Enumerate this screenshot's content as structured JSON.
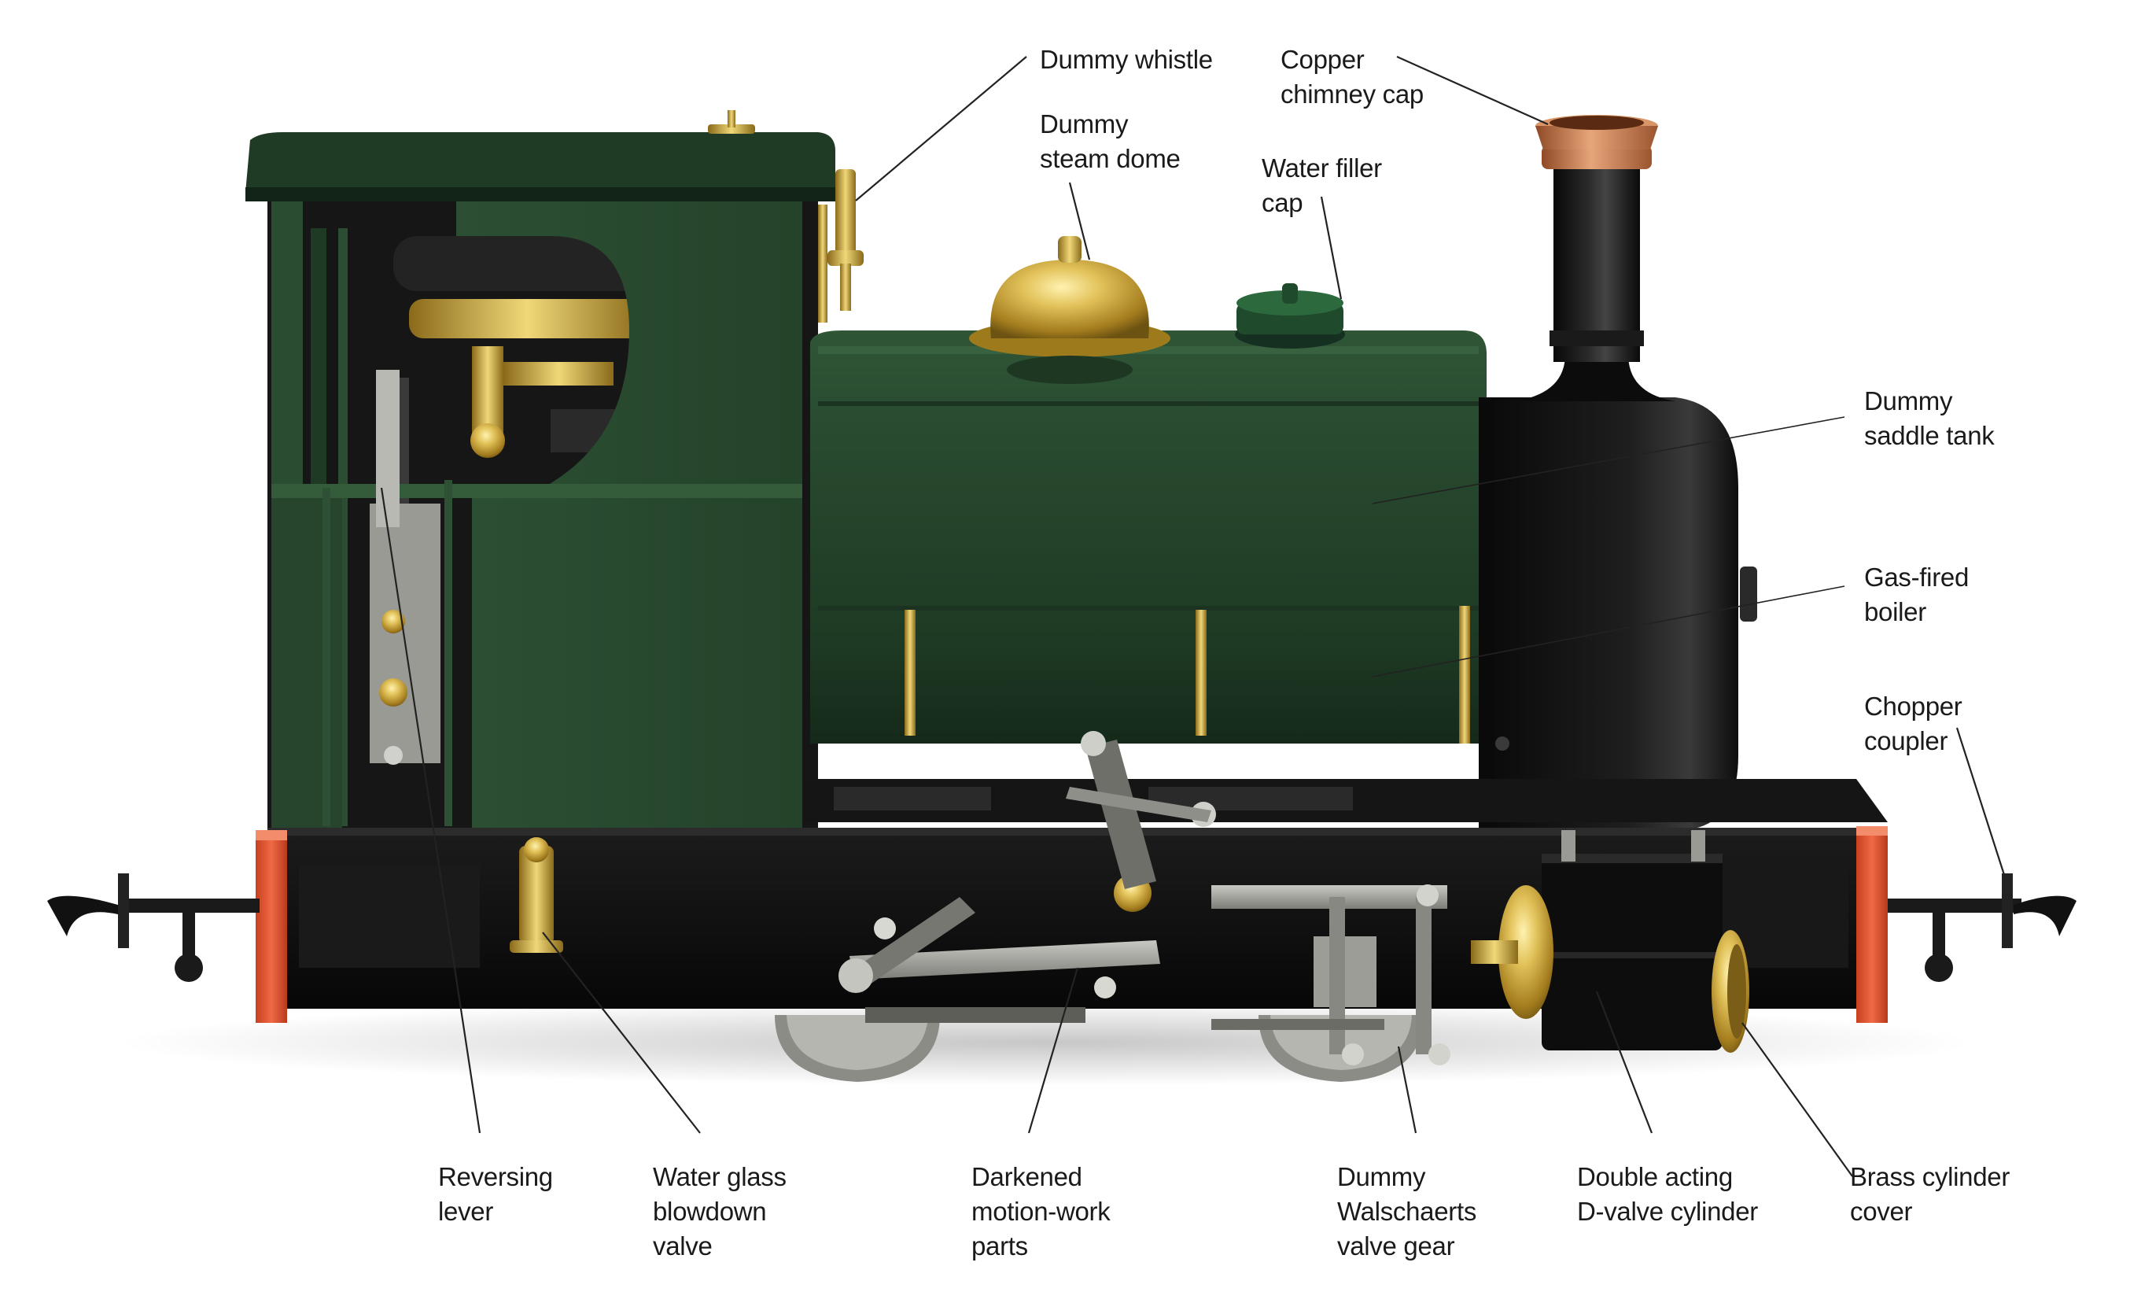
{
  "colors": {
    "background": "#ffffff",
    "body_green": "#26442c",
    "smokebox_black": "#111111",
    "buffer_beam_orange": "#e0502e",
    "brass": "#c9a33a",
    "copper": "#c07a4a",
    "steel": "#9a9a96",
    "leader_line": "#222222"
  },
  "callouts": {
    "dummy_whistle": {
      "lines": [
        "Dummy whistle"
      ]
    },
    "dummy_steam_dome": {
      "lines": [
        "Dummy",
        "steam dome"
      ]
    },
    "copper_chimney_cap": {
      "lines": [
        "Copper",
        "chimney cap"
      ]
    },
    "water_filler_cap": {
      "lines": [
        "Water filler",
        "cap"
      ]
    },
    "dummy_saddle_tank": {
      "lines": [
        "Dummy",
        "saddle tank"
      ]
    },
    "gas_fired_boiler": {
      "lines": [
        "Gas-fired",
        "boiler"
      ]
    },
    "chopper_coupler": {
      "lines": [
        "Chopper",
        "coupler"
      ]
    },
    "reversing_lever": {
      "lines": [
        "Reversing",
        "lever"
      ]
    },
    "water_glass_blowdown_valve": {
      "lines": [
        "Water glass",
        "blowdown",
        "valve"
      ]
    },
    "darkened_motion_work_parts": {
      "lines": [
        "Darkened",
        "motion-work",
        "parts"
      ]
    },
    "dummy_walschaerts_valve_gear": {
      "lines": [
        "Dummy",
        "Walschaerts",
        "valve gear"
      ]
    },
    "double_acting_d_valve_cylinder": {
      "lines": [
        "Double acting",
        "D-valve cylinder"
      ]
    },
    "brass_cylinder_cover": {
      "lines": [
        "Brass cylinder",
        "cover"
      ]
    }
  }
}
